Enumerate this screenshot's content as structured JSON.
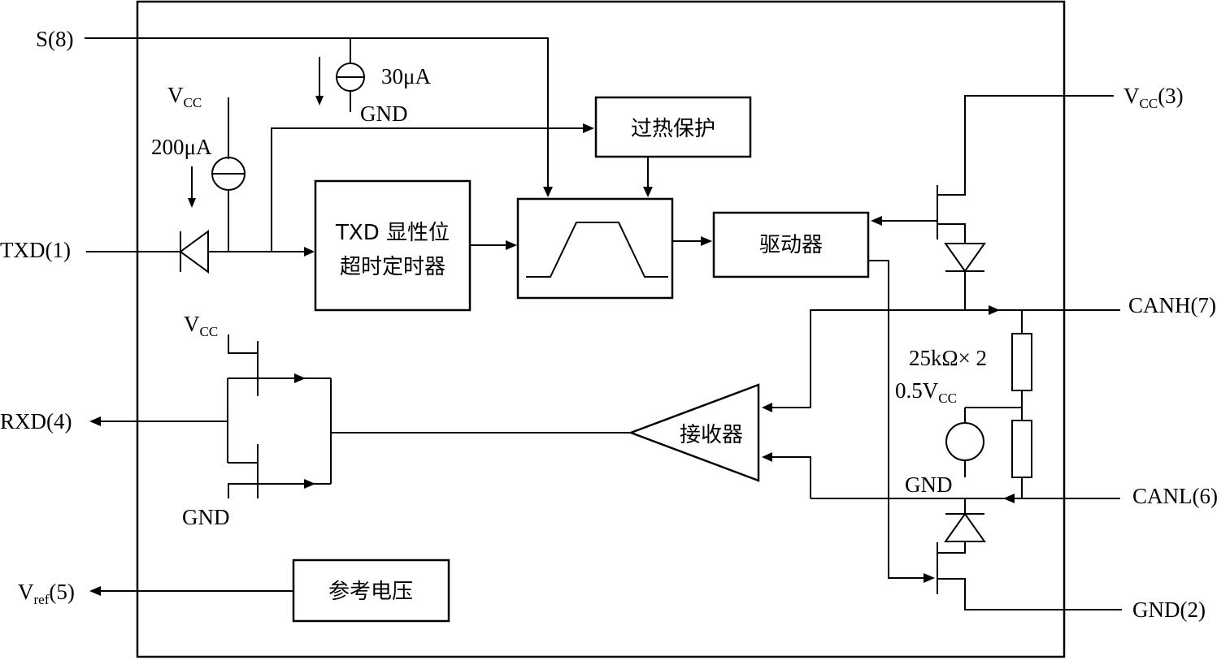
{
  "pins": {
    "s": "S(8)",
    "txd": "TXD(1)",
    "rxd": "RXD(4)",
    "vref_main": "V",
    "vref_sub": "ref",
    "vref_pin": "(5)",
    "vcc3_main": "V",
    "vcc3_sub": "CC",
    "vcc3_pin": "(3)",
    "canh": "CANH(7)",
    "canl": "CANL(6)",
    "gnd2": "GND(2)"
  },
  "blocks": {
    "overheat": "过热保护",
    "timer_line1": "TXD 显性位",
    "timer_line2": "超时定时器",
    "driver": "驱动器",
    "receiver": "接收器",
    "reference": "参考电压"
  },
  "labels": {
    "current_30": "30μA",
    "gnd_top": "GND",
    "vcc_main": "V",
    "vcc_sub": "CC",
    "current_200": "200μA",
    "rxd_vcc_main": "V",
    "rxd_vcc_sub": "CC",
    "rxd_gnd": "GND",
    "resistors": "25kΩ× 2",
    "half_vcc_main": "0.5V",
    "half_vcc_sub": "CC",
    "gnd_bias": "GND"
  }
}
